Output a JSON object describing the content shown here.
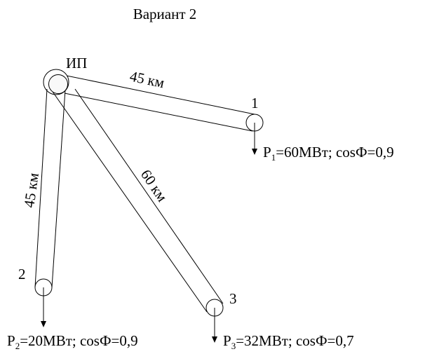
{
  "title": "Вариант 2",
  "source_label": "ИП",
  "nodes": {
    "n1": "1",
    "n2": "2",
    "n3": "3"
  },
  "lines": {
    "l1": "45 км",
    "l2": "45 км",
    "l3": "60 км"
  },
  "loads": {
    "p1": {
      "prefix": "P",
      "sub": "1",
      "text": "=60МВт; cosФ=0,9"
    },
    "p2": {
      "prefix": "P",
      "sub": "2",
      "text": "=20МВт; cosФ=0,9"
    },
    "p3": {
      "prefix": "P",
      "sub": "3",
      "text": "=32МВт; cosФ=0,7"
    }
  }
}
